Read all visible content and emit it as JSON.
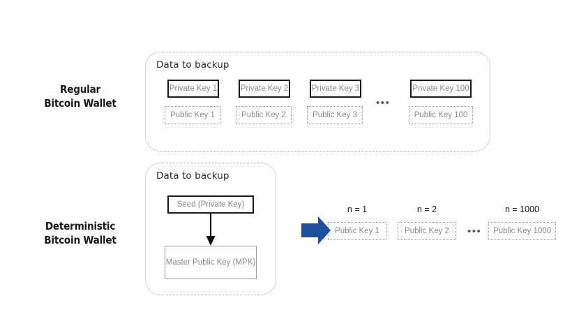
{
  "diagram": {
    "title_regular": "Regular\nBitcoin Wallet",
    "title_deterministic": "Deterministic\nBitcoin Wallet",
    "colors": {
      "arrow_blue": "#1F4E9C",
      "private_border": "#1a1a1a",
      "public_border": "#9a9a9a",
      "panel_border": "#a8a8a8",
      "key_text": "#8a8a8a",
      "background": "#ffffff"
    }
  },
  "labels": {
    "regular_line1": "Regular",
    "regular_line2": "Bitcoin Wallet",
    "deterministic_line1": "Deterministic",
    "deterministic_line2": "Bitcoin Wallet"
  },
  "regular_wallet": {
    "panel_title": "Data to backup",
    "private_keys": [
      "Private Key 1",
      "Private Key 2",
      "Private Key 3",
      "Private Key 100"
    ],
    "public_keys": [
      "Public Key 1",
      "Public Key 2",
      "Public Key 3",
      "Public Key 100"
    ],
    "ellipsis": "•••"
  },
  "deterministic_wallet": {
    "panel_title": "Data to backup",
    "seed_label": "Seed (Private Key)",
    "mpk_label": "Master Public Key (MPK)",
    "derived": {
      "n_labels": [
        "n = 1",
        "n = 2",
        "n = 1000"
      ],
      "public_keys": [
        "Public Key 1",
        "Public Key 2",
        "Public Key 1000"
      ],
      "ellipsis": "•••"
    }
  }
}
